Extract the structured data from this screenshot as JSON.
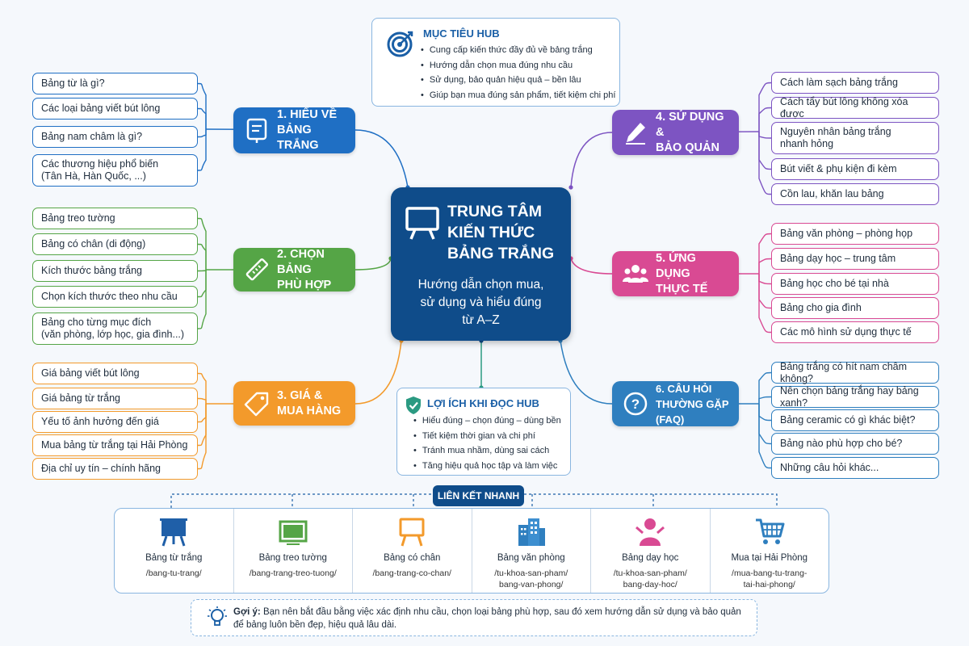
{
  "center": {
    "title": "TRUNG TÂM\nKIẾN THỨC\nBẢNG TRẮNG",
    "subtitle": "Hướng dẫn chọn mua,\nsử dụng và hiểu đúng\ntừ A–Z"
  },
  "goals": {
    "title": "MỤC TIÊU HUB",
    "items": [
      "Cung cấp kiến thức đầy đủ về bảng trắng",
      "Hướng dẫn chọn mua đúng nhu cầu",
      "Sử dụng, bảo quản hiệu quả – bền lâu",
      "Giúp bạn mua đúng sản phẩm, tiết kiệm chi phí"
    ]
  },
  "benefits": {
    "title": "LỢI ÍCH KHI ĐỌC HUB",
    "items": [
      "Hiểu đúng – chọn đúng – dùng bền",
      "Tiết kiệm thời gian và chi phí",
      "Tránh mua nhầm, dùng sai cách",
      "Tăng hiệu quả học tập và làm việc"
    ]
  },
  "categories": [
    {
      "label": "1. HIỂU VỀ\nBẢNG TRẮNG",
      "color": "#1f6fc4",
      "items": [
        "Bảng từ là gì?",
        "Các loại bảng viết bút lông",
        "Bảng nam châm là gì?",
        "Các thương hiệu phổ biến\n(Tân Hà, Hàn Quốc, ...)"
      ]
    },
    {
      "label": "2. CHỌN BẢNG\nPHÙ HỢP",
      "color": "#55a546",
      "items": [
        "Bảng treo tường",
        "Bảng có chân (di động)",
        "Kích thước bảng trắng",
        "Chọn kích thước theo nhu cầu",
        "Bảng cho từng mục đích\n(văn phòng, lớp học, gia đình...)"
      ]
    },
    {
      "label": "3. GIÁ &\nMUA HÀNG",
      "color": "#f39a2b",
      "items": [
        "Giá bảng viết bút lông",
        "Giá bảng từ trắng",
        "Yếu tố ảnh hưởng đến giá",
        "Mua bảng từ trắng tại Hải Phòng",
        "Địa chỉ uy tín – chính hãng"
      ]
    },
    {
      "label": "4. SỬ DỤNG &\nBẢO QUẢN",
      "color": "#7d54c2",
      "items": [
        "Cách làm sạch bảng trắng",
        "Cách tẩy bút lông không xóa được",
        "Nguyên nhân bảng trắng\nnhanh hỏng",
        "Bút viết & phụ kiện đi kèm",
        "Cồn lau, khăn lau bảng"
      ]
    },
    {
      "label": "5. ỨNG DỤNG\nTHỰC TẾ",
      "color": "#d94a93",
      "items": [
        "Bảng văn phòng – phòng họp",
        "Bảng dạy học – trung tâm",
        "Bảng học cho bé tại nhà",
        "Bảng cho gia đình",
        "Các mô hình sử dụng thực tế"
      ]
    },
    {
      "label": "6. CÂU HỎI\nTHƯỜNG GẶP (FAQ)",
      "color": "#2f7fbf",
      "items": [
        "Bảng trắng có hít nam châm không?",
        "Nên chọn bảng trắng hay bảng xanh?",
        "Bảng ceramic có gì khác biệt?",
        "Bảng nào phù hợp cho bé?",
        "Những câu hỏi khác..."
      ]
    }
  ],
  "quick_links": {
    "title": "LIÊN KẾT NHANH",
    "items": [
      {
        "name": "Bảng từ trắng",
        "path": "/bang-tu-trang/",
        "icon": "easel-board-icon",
        "color": "#1f5fa8"
      },
      {
        "name": "Bảng treo tường",
        "path": "/bang-trang-treo-tuong/",
        "icon": "wall-board-icon",
        "color": "#55a546"
      },
      {
        "name": "Bảng có chân",
        "path": "/bang-trang-co-chan/",
        "icon": "stand-board-icon",
        "color": "#f39a2b"
      },
      {
        "name": "Bảng văn phòng",
        "path": "/tu-khoa-san-pham/\nbang-van-phong/",
        "icon": "office-building-icon",
        "color": "#2f7fbf"
      },
      {
        "name": "Bảng dạy học",
        "path": "/tu-khoa-san-pham/\nbang-day-hoc/",
        "icon": "teacher-icon",
        "color": "#d94a93"
      },
      {
        "name": "Mua tại Hải Phòng",
        "path": "/mua-bang-tu-trang-\ntai-hai-phong/",
        "icon": "shopping-cart-icon",
        "color": "#2f7fbf"
      }
    ]
  },
  "tip": {
    "label": "Gợi ý:",
    "text": " Bạn nên bắt đầu bằng việc xác định nhu cầu, chọn loại bảng phù hợp, sau đó xem hướng dẫn sử dụng và bảo quản để bảng luôn bền đẹp, hiệu quả lâu dài."
  }
}
